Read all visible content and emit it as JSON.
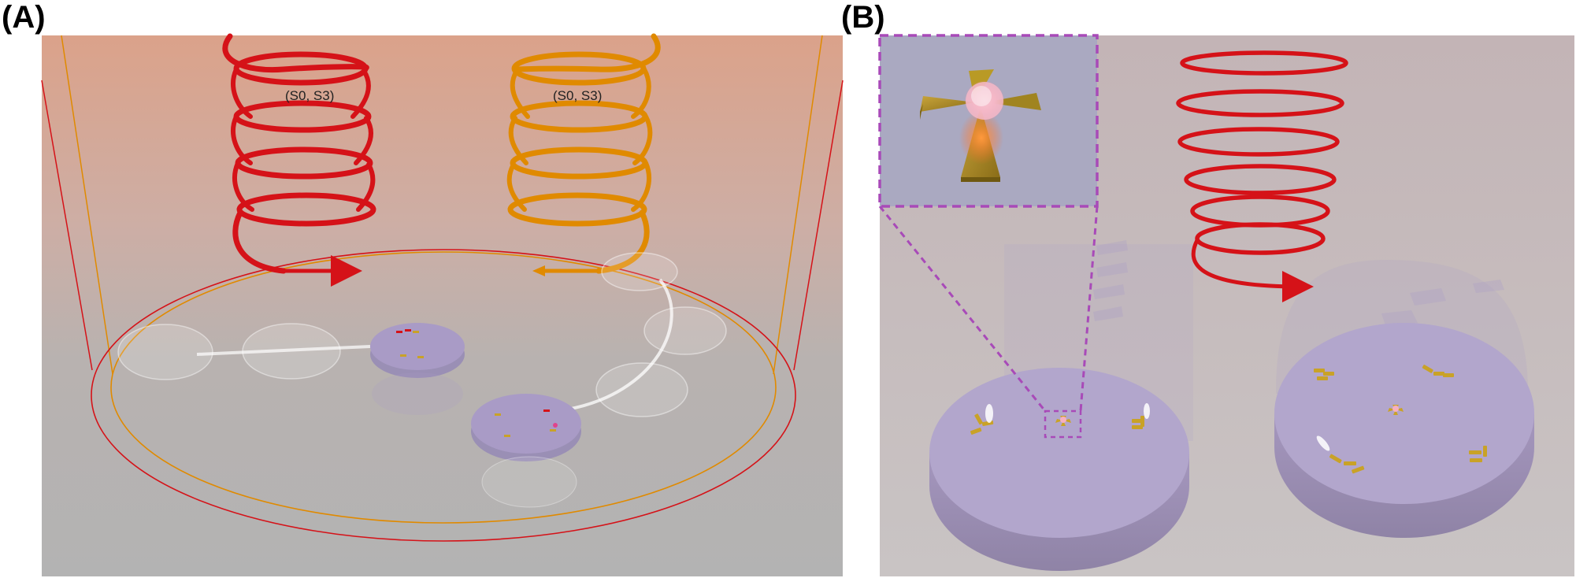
{
  "panels": {
    "a": {
      "label": "(A)",
      "beam_left_text": "(S0, S3)",
      "beam_right_text": "(S0, S3)"
    },
    "b": {
      "label": "(B)"
    }
  },
  "colors": {
    "helix_red": "#d51218",
    "helix_orange": "#e08a00",
    "disk_purple": "#a99bc6",
    "particle_gold": "#c9a227",
    "zoom_box": "#a84ab8"
  },
  "icons": {
    "helix": "circular-polarization-helix",
    "arrow": "arrowhead",
    "nanostructure": "gold-cross-nanoantenna"
  }
}
